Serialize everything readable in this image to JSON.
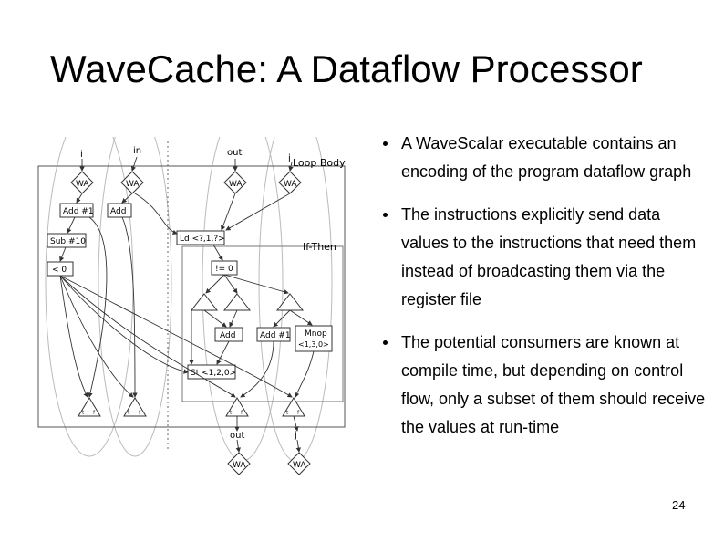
{
  "slide": {
    "title": "WaveCache: A Dataflow Processor",
    "page_number": "24"
  },
  "bullets": [
    "A WaveScalar executable contains an encoding of the program dataflow graph",
    "The instructions explicitly send data values to the instructions that need them instead of broadcasting them via the register file",
    "The potential consumers are known at compile time, but depending on control flow, only a subset of them should receive the values at run-time"
  ],
  "diagram": {
    "region_labels": {
      "loop_body": "Loop Body",
      "if_then": "If-Then"
    },
    "inputs": {
      "i": "i",
      "in": "in",
      "out": "out",
      "j": "j"
    },
    "wa": "WA",
    "nodes": {
      "add1": "Add #1",
      "add": "Add",
      "sub10": "Sub #10",
      "lt0": "< 0",
      "ld": "Ld <?,1,?>",
      "ne0": "!= 0",
      "add_mid": "Add",
      "add1_mid": "Add #1",
      "mnop": "Mnop",
      "mnop_tag": "<1,3,0>",
      "st": "St <1,2,0>"
    },
    "bottom_labels": {
      "out": "out",
      "j": "j"
    },
    "steer_marks": {
      "t": "t",
      "f": "f"
    }
  }
}
